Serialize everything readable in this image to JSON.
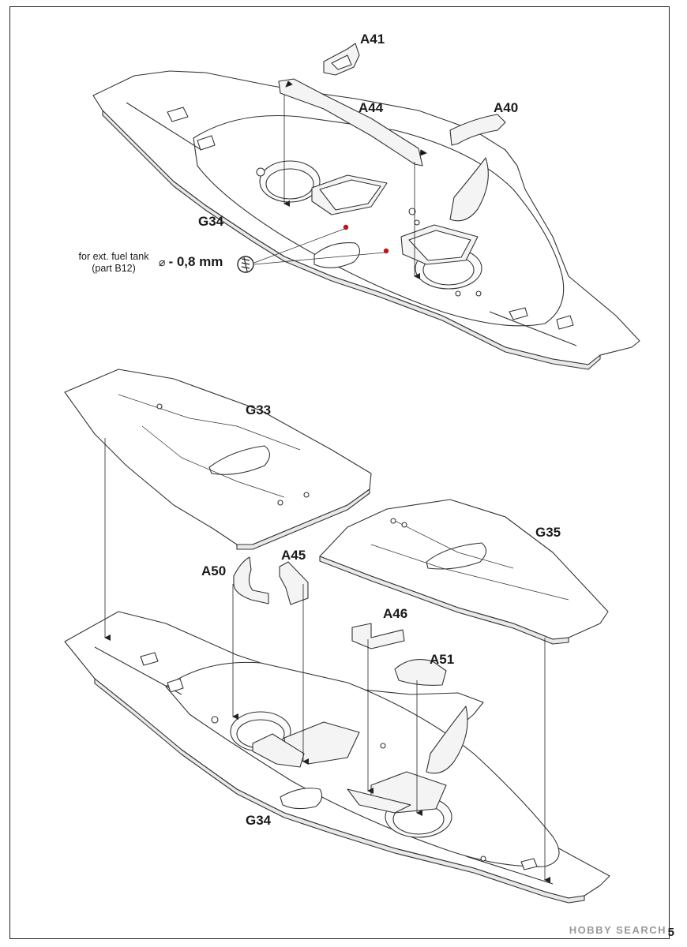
{
  "diagram": {
    "labels": {
      "a41": "A41",
      "a44": "A44",
      "a40": "A40",
      "g34_top": "G34",
      "g33": "G33",
      "g35": "G35",
      "a50": "A50",
      "a45": "A45",
      "a46": "A46",
      "a51": "A51",
      "g34_bottom": "G34"
    },
    "note": {
      "line1": "for ext. fuel tank",
      "line2": "(part B12)",
      "diameter_symbol": "⌀",
      "drill_size": "- 0,8 mm"
    },
    "watermark": "HOBBY SEARCH",
    "page_number": "5"
  }
}
